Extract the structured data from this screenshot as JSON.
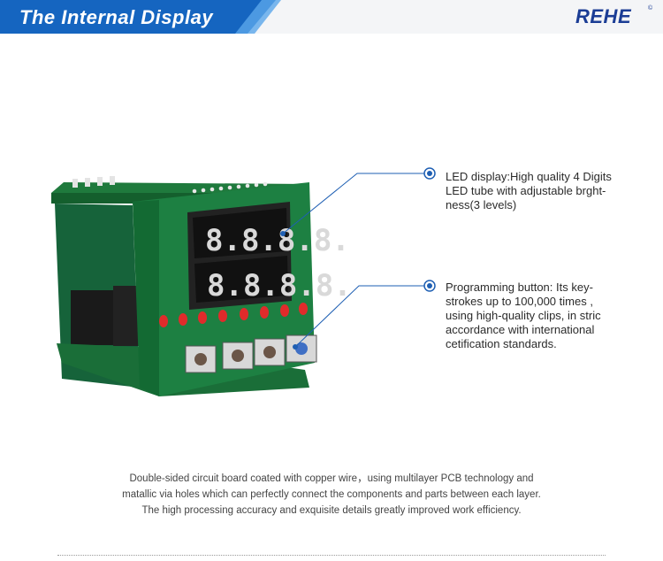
{
  "header": {
    "title": "The Internal Display",
    "brand": "REHE",
    "brand_mark": "©",
    "banner_color": "#1565c0",
    "accent_color": "#1b3d95"
  },
  "product": {
    "image_name": "circuit-board-photo",
    "display_rows": [
      "8.8.8.8.",
      "8.8.8.8."
    ],
    "led_count": 8,
    "button_count": 4
  },
  "callouts": [
    {
      "name": "led-display",
      "text": "LED display:High quality 4 Digits\nLED tube with adjustable brght-\nness(3 levels)"
    },
    {
      "name": "programming-button",
      "text": "Programming button:  Its key-\nstrokes up to 100,000 times ,\nusing high-quality clips, in stric\naccordance with international\ncetification standards."
    }
  ],
  "description": {
    "lines": [
      "Double-sided circuit board coated with copper wire，using multilayer PCB technology and",
      "matallic via holes which can perfectly connect the components and parts between each layer.",
      "The high processing accuracy and exquisite details greatly improved work efficiency."
    ]
  }
}
